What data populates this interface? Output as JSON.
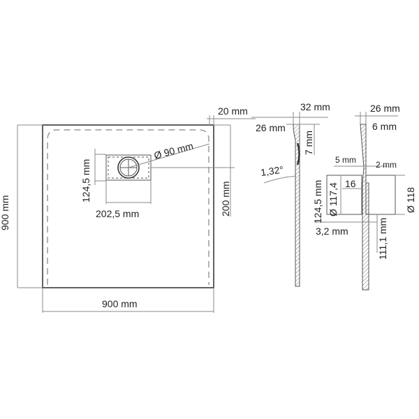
{
  "drawing": {
    "title": "Shower tray technical drawing",
    "plan_view": {
      "width_label": "900 mm",
      "height_label": "900 mm",
      "drain_width_label": "202,5 mm",
      "drain_height_label": "124,5 mm",
      "drain_diameter_label": "Ø 90 mm",
      "drain_offset_label": "200 mm",
      "edge_thickness_label": "20 mm"
    },
    "side_section": {
      "width_top_label": "32 mm",
      "width_edge_label": "26 mm",
      "lip_label": "7 mm",
      "slope_label": "1,32°"
    },
    "drain_section": {
      "width_top_label": "26 mm",
      "lip_label": "6 mm",
      "inner_label": "5 mm",
      "gap_label": "2 mm",
      "drain_height_label": "124,5 mm",
      "inner_diameter_label": "Ø 117,4",
      "depth_label": "16",
      "outer_diameter_label": "Ø 118",
      "wall_label": "3,2 mm",
      "lower_height_label": "111,1 mm"
    },
    "colors": {
      "line": "#3a3a3a",
      "dimension": "#8a8a8a",
      "dashed": "#9a9a9a",
      "text": "#222222"
    }
  }
}
